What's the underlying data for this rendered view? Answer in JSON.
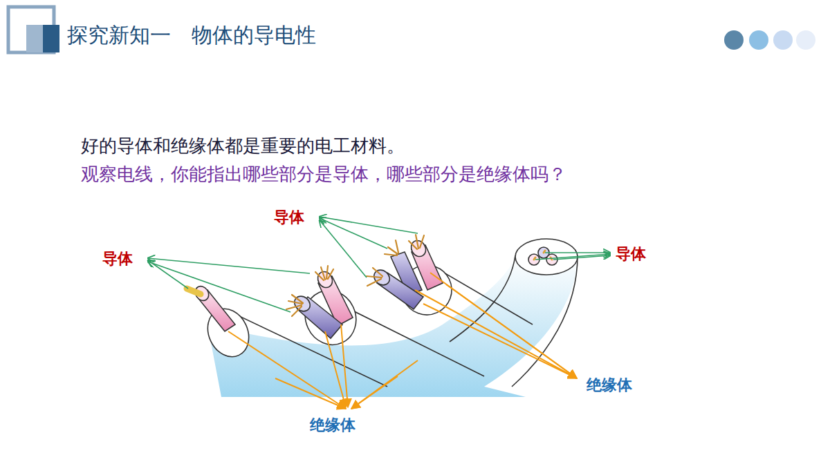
{
  "diagram": {
    "title": "探究新知一　物体的导电性",
    "labels": [
      "好的导体和绝缘体都是重要的电工材料。",
      "观察电线，你能指出哪些部分是导体，哪些部分是绝缘体吗？",
      "导体",
      "导体",
      "导体",
      "绝缘体",
      "绝缘体"
    ]
  }
}
